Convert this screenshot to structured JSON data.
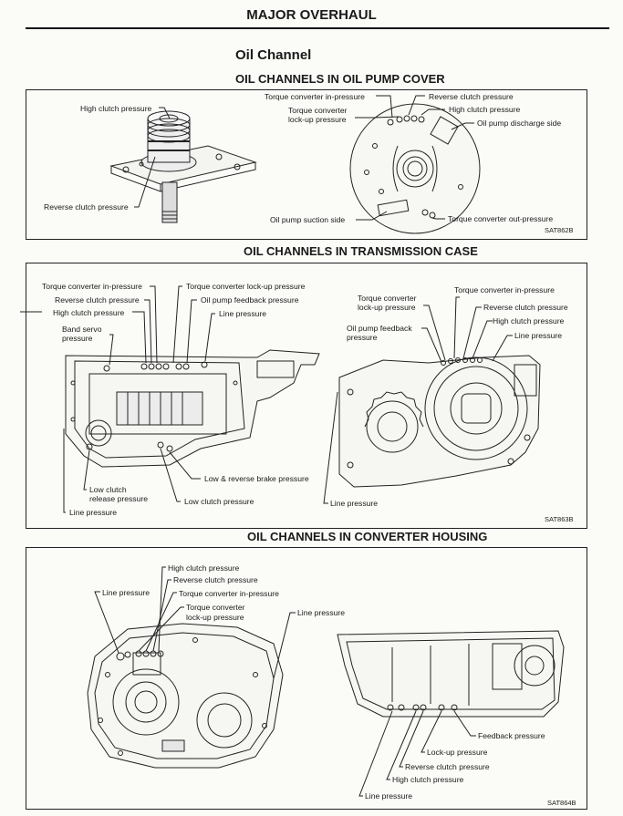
{
  "header": {
    "title": "MAJOR OVERHAUL"
  },
  "section": {
    "title": "Oil Channel"
  },
  "pump_cover": {
    "heading": "OIL CHANNELS IN OIL PUMP COVER",
    "code": "SAT862B",
    "labels": {
      "high_clutch_left": "High clutch pressure",
      "reverse_clutch_left": "Reverse clutch pressure",
      "tc_in": "Torque converter in-pressure",
      "tc_lockup_1": "Torque converter",
      "tc_lockup_2": "lock-up pressure",
      "reverse_clutch_right": "Reverse clutch pressure",
      "high_clutch_right": "High clutch pressure",
      "discharge": "Oil pump discharge side",
      "suction": "Oil pump suction side",
      "tc_out": "Torque converter out-pressure"
    }
  },
  "trans_case": {
    "heading": "OIL CHANNELS IN TRANSMISSION CASE",
    "code": "SAT863B",
    "labels": {
      "tc_in_left": "Torque converter in-pressure",
      "reverse_clutch": "Reverse clutch pressure",
      "high_clutch": "High clutch pressure",
      "band_servo_1": "Band servo",
      "band_servo_2": "pressure",
      "tc_lockup_left": "Torque converter lock-up pressure",
      "pump_feedback_left": "Oil pump feedback pressure",
      "line_left": "Line pressure",
      "low_clutch_release_1": "Low clutch",
      "low_clutch_release_2": "release pressure",
      "line_bottom": "Line pressure",
      "low_reverse_brake": "Low & reverse brake pressure",
      "low_clutch": "Low clutch pressure",
      "tc_lockup_r1": "Torque converter",
      "tc_lockup_r2": "lock-up pressure",
      "tc_in_right": "Torque converter in-pressure",
      "reverse_clutch_right": "Reverse clutch pressure",
      "high_clutch_right": "High clutch pressure",
      "pump_feedback_r1": "Oil pump feedback",
      "pump_feedback_r2": "pressure",
      "line_right": "Line pressure",
      "line_right_bottom": "Line pressure"
    }
  },
  "converter_housing": {
    "heading": "OIL CHANNELS IN CONVERTER HOUSING",
    "code": "SAT864B",
    "labels": {
      "high_clutch": "High clutch pressure",
      "reverse_clutch": "Reverse clutch pressure",
      "line_left": "Line pressure",
      "tc_in": "Torque converter in-pressure",
      "tc_lockup_1": "Torque converter",
      "tc_lockup_2": "lock-up pressure",
      "line_mid": "Line pressure",
      "feedback": "Feedback pressure",
      "lockup": "Lock-up pressure",
      "reverse_clutch_r": "Reverse clutch pressure",
      "high_clutch_r": "High clutch pressure",
      "line_r": "Line pressure"
    }
  }
}
